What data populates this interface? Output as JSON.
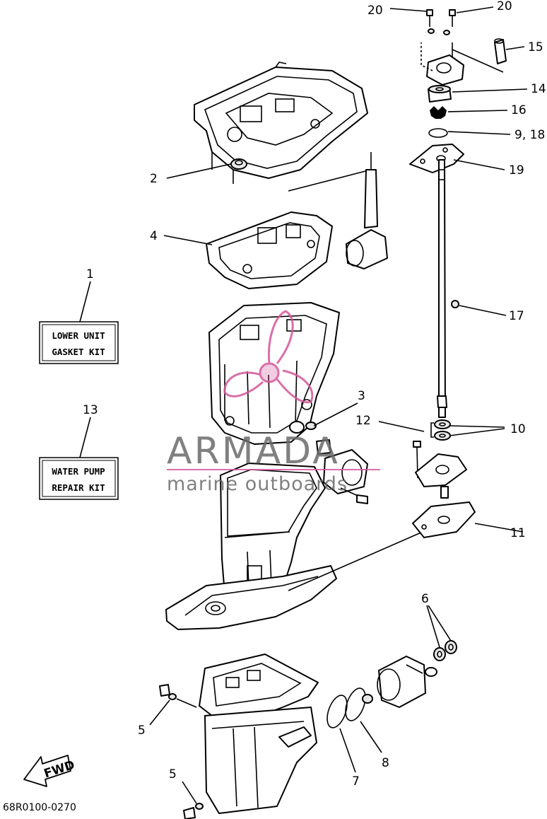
{
  "callouts": {
    "c1": "1",
    "c2": "2",
    "c3": "3",
    "c4": "4",
    "c5a": "5",
    "c5b": "5",
    "c6": "6",
    "c7": "7",
    "c8": "8",
    "c9_18": "9, 18",
    "c10": "10",
    "c11": "11",
    "c12": "12",
    "c13": "13",
    "c14": "14",
    "c15": "15",
    "c16": "16",
    "c17": "17",
    "c19": "19",
    "c20a": "20",
    "c20b": "20"
  },
  "kits": {
    "lower_unit": {
      "line1": "LOWER UNIT",
      "line2": "GASKET KIT"
    },
    "water_pump": {
      "line1": "WATER PUMP",
      "line2": "REPAIR KIT"
    }
  },
  "fwd_label": "FWD",
  "diagram_code": "68R0100-0270",
  "watermark": {
    "brand": "ARMADA",
    "tagline": "marine outboards",
    "brand_color": "#d4579a"
  }
}
